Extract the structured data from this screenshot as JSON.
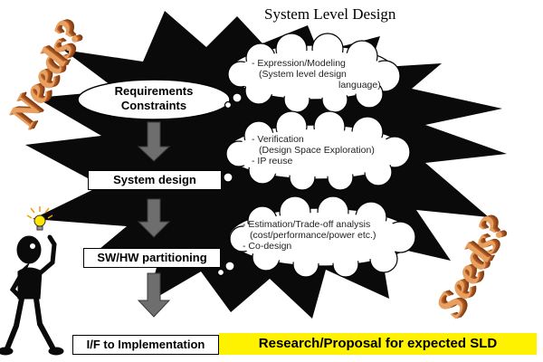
{
  "title": "System Level Design",
  "needs_word": "Needs?",
  "seeds_word": "Seeds?",
  "flow": {
    "requirements_line1": "Requirements",
    "requirements_line2": "Constraints",
    "system_design": "System design",
    "sw_hw_partitioning": "SW/HW partitioning",
    "if_to_implementation": "I/F to Implementation"
  },
  "clouds": {
    "cloud1": {
      "line1": "- Expression/Modeling",
      "line2": "(System level design",
      "line3": "language)"
    },
    "cloud2": {
      "line1": "- Verification",
      "line2": "(Design Space Exploration)",
      "line3": "- IP reuse"
    },
    "cloud3": {
      "line1": "- Estimation/Trade-off analysis",
      "line2": "(cost/performance/power etc.)",
      "line3": "- Co-design"
    }
  },
  "research_label": "Research/Proposal for expected SLD",
  "colors": {
    "starburst": "#0a0a0a",
    "arrow": "#6e6e6e",
    "highlight": "#fff200",
    "word_3d": "#e8a060"
  }
}
